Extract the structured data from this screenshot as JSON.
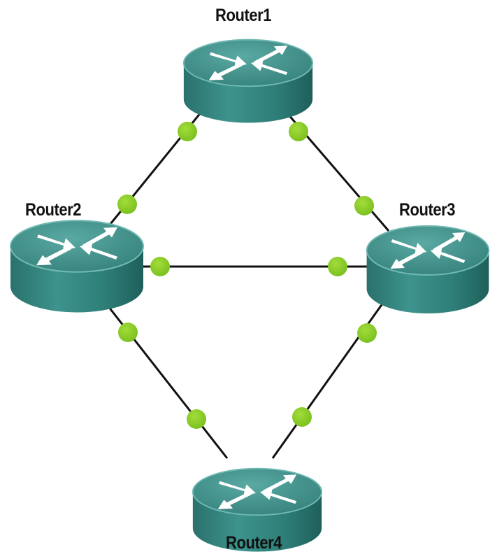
{
  "colors": {
    "background": "#ffffff",
    "router_top": "#3a8f8a",
    "router_top_highlight": "#5aa9a3",
    "router_side": "#2e7b76",
    "router_side_dark": "#1f5f5b",
    "router_edge": "#6fb9b2",
    "arrow": "#ffffff",
    "link": "#111111",
    "port": "#86c926"
  },
  "icon": "router-icon",
  "routers": [
    {
      "id": "router1",
      "label": "Router1"
    },
    {
      "id": "router2",
      "label": "Router2"
    },
    {
      "id": "router3",
      "label": "Router3"
    },
    {
      "id": "router4",
      "label": "Router4"
    }
  ],
  "links": [
    {
      "from": "Router1",
      "to": "Router2"
    },
    {
      "from": "Router1",
      "to": "Router3"
    },
    {
      "from": "Router2",
      "to": "Router3"
    },
    {
      "from": "Router2",
      "to": "Router4"
    },
    {
      "from": "Router3",
      "to": "Router4"
    }
  ]
}
